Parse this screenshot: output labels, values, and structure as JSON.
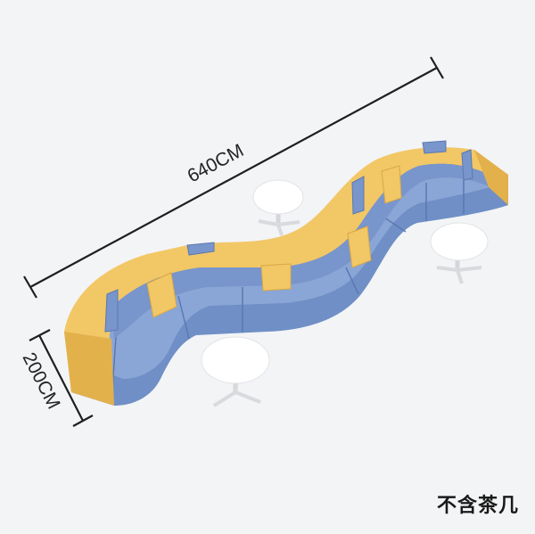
{
  "dimensions": {
    "length_label": "640CM",
    "depth_label": "200CM"
  },
  "caption": "不含茶几",
  "colors": {
    "background": "#f3f4f6",
    "sofa_blue": "#6f8fc6",
    "sofa_blue_dark": "#5a79b1",
    "sofa_top_blue": "#8aa6d6",
    "backrest_yellow": "#f2c766",
    "backrest_yellow_dark": "#e2b14c",
    "table_top": "#ffffff",
    "dimension_line": "#1f1f1f"
  },
  "objects": {
    "sofa": "s-shaped-modular-sofa",
    "tables": [
      "round-coffee-table-left",
      "round-coffee-table-right",
      "round-coffee-table-front"
    ]
  }
}
